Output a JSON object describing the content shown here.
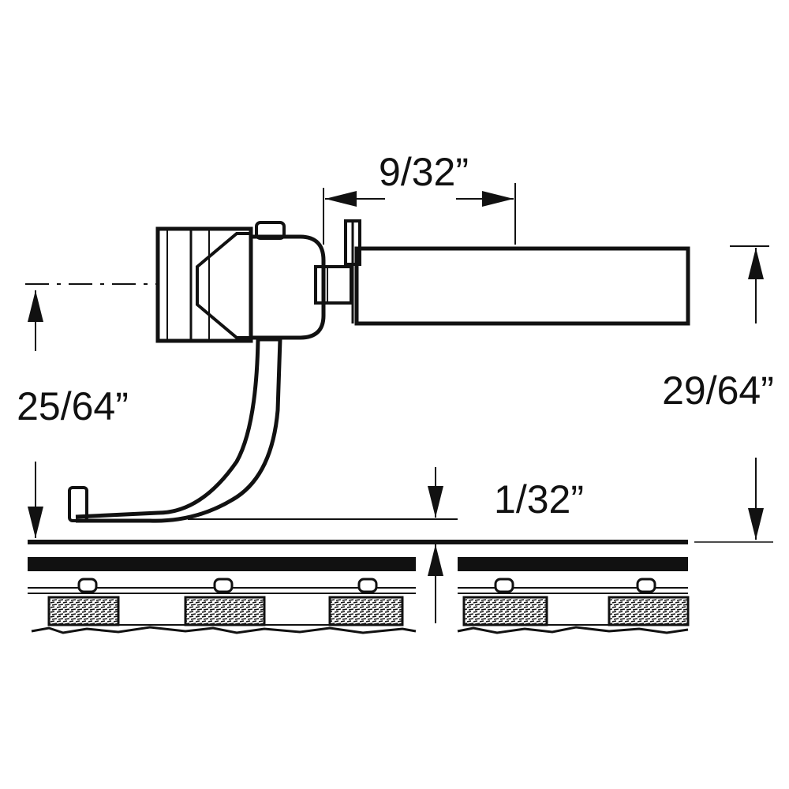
{
  "dimensions": {
    "shank_length": "9/32”",
    "centerline_height": "25/64”",
    "overall_height": "29/64”",
    "trip_pin_clearance": "1/32”"
  },
  "colors": {
    "line": "#111111",
    "background": "#ffffff"
  }
}
